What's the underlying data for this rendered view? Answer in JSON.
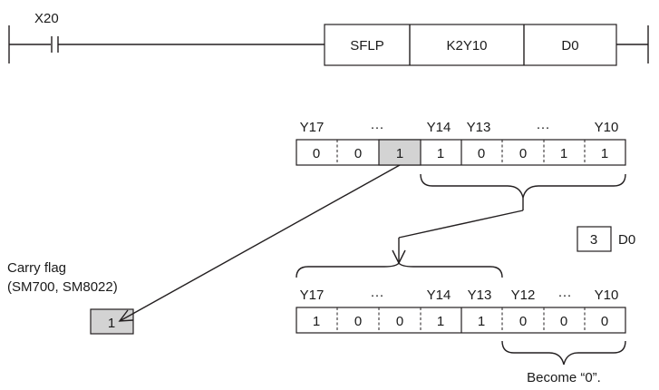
{
  "ladder": {
    "contact_label": "X20",
    "instruction": "SFLP",
    "operand1": "K2Y10",
    "operand2": "D0"
  },
  "top_register": {
    "labels": [
      "Y17",
      "···",
      "Y14",
      "Y13",
      "···",
      "Y10"
    ],
    "bits": [
      "0",
      "0",
      "1",
      "1",
      "0",
      "0",
      "1",
      "1"
    ],
    "highlighted_index": 2
  },
  "d0": {
    "value": "3",
    "label": "D0"
  },
  "carry": {
    "title": "Carry flag",
    "devices": "(SM700, SM8022)",
    "value": "1"
  },
  "bottom_register": {
    "labels": [
      "Y17",
      "···",
      "Y14",
      "Y13",
      "Y12",
      "···",
      "Y10"
    ],
    "bits": [
      "1",
      "0",
      "0",
      "1",
      "1",
      "0",
      "0",
      "0"
    ]
  },
  "note": "Become “0”."
}
